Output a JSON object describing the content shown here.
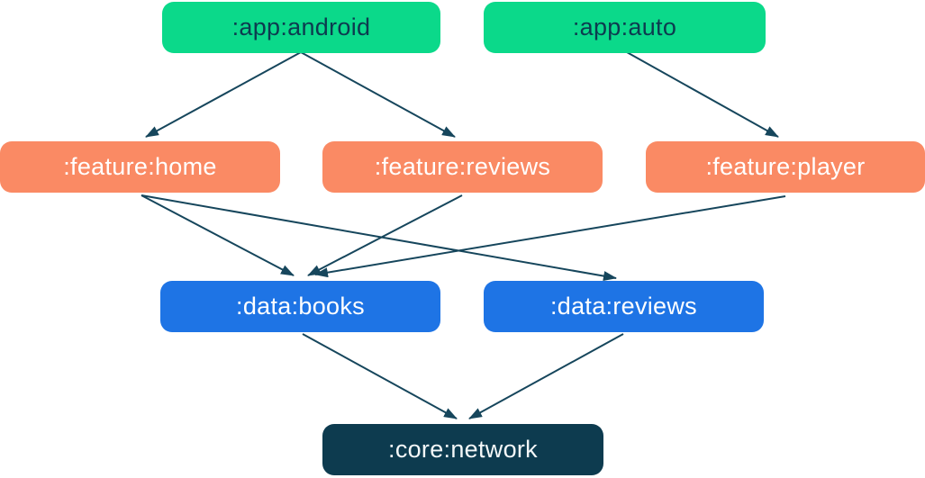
{
  "diagram": {
    "kind": "module-dependency-graph",
    "background": "#ffffff"
  },
  "colors": {
    "app_node": "#0bd98a",
    "feature_node": "#fa8a64",
    "data_node": "#1e74e5",
    "core_node": "#0d3b4f",
    "arrow": "#16465c",
    "text_on_app": "#0d3b4f",
    "text_on_feature": "#ffffff",
    "text_on_data": "#ffffff",
    "text_on_core": "#f4f8f9"
  },
  "nodes": {
    "app_android": {
      "label": ":app:android",
      "type": "app"
    },
    "app_auto": {
      "label": ":app:auto",
      "type": "app"
    },
    "feature_home": {
      "label": ":feature:home",
      "type": "feature"
    },
    "feature_reviews": {
      "label": ":feature:reviews",
      "type": "feature"
    },
    "feature_player": {
      "label": ":feature:player",
      "type": "feature"
    },
    "data_books": {
      "label": ":data:books",
      "type": "data"
    },
    "data_reviews": {
      "label": ":data:reviews",
      "type": "data"
    },
    "core_network": {
      "label": ":core:network",
      "type": "core"
    }
  },
  "edges": [
    {
      "from": ":app:android",
      "to": ":feature:home"
    },
    {
      "from": ":app:android",
      "to": ":feature:reviews"
    },
    {
      "from": ":app:auto",
      "to": ":feature:player"
    },
    {
      "from": ":feature:home",
      "to": ":data:books"
    },
    {
      "from": ":feature:home",
      "to": ":data:reviews"
    },
    {
      "from": ":feature:reviews",
      "to": ":data:books"
    },
    {
      "from": ":feature:player",
      "to": ":data:books"
    },
    {
      "from": ":data:books",
      "to": ":core:network"
    },
    {
      "from": ":data:reviews",
      "to": ":core:network"
    }
  ]
}
